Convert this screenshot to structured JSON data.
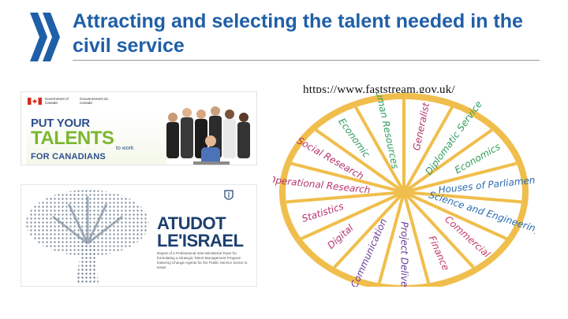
{
  "slide": {
    "title": "Attracting and selecting the talent needed in the civil service",
    "url": "https://www.faststream.gov.uk/",
    "colors": {
      "title": "#1f5fa8",
      "chevron": "#1f5fa8",
      "rule": "#9a9a9a"
    }
  },
  "canada_panel": {
    "gov_en": "Government of Canada",
    "gov_fr": "Gouvernement du Canada",
    "headline_line1": "PUT YOUR",
    "headline_line2": "TALENTS",
    "headline_line3": "to work",
    "headline_line4": "FOR CANADIANS"
  },
  "israel_panel": {
    "title_line1": "ATUDOT",
    "title_line2": "LE'ISRAEL",
    "report_text": "Report of a Professional Inter-Ministerial Team for formulating a Strategic Talent Management Program fostering Change Agents for the Public Service Sector in Israel"
  },
  "wheel": {
    "rim_color": "#f0be4c",
    "segments": [
      {
        "label": "Generalist",
        "color": "#b5336b"
      },
      {
        "label": "Diplomatic Service",
        "color": "#2f9c5c"
      },
      {
        "label": "Economics",
        "color": "#2f9c5c"
      },
      {
        "label": "Houses of Parliament",
        "color": "#2a6db1"
      },
      {
        "label": "Science and Engineering",
        "color": "#2a6db1"
      },
      {
        "label": "Commercial",
        "color": "#c23b66"
      },
      {
        "label": "Finance",
        "color": "#c23b66"
      },
      {
        "label": "Project Delivery",
        "color": "#6a3c9a"
      },
      {
        "label": "Communication",
        "color": "#6a3c9a"
      },
      {
        "label": "Digital",
        "color": "#b5336b"
      },
      {
        "label": "Statistics",
        "color": "#b5336b"
      },
      {
        "label": "Operational Research",
        "color": "#b5336b"
      },
      {
        "label": "Social Research",
        "color": "#b5336b"
      },
      {
        "label": "Economic",
        "color": "#2f9c5c"
      },
      {
        "label": "Human Resources",
        "color": "#2f9c5c"
      }
    ]
  }
}
